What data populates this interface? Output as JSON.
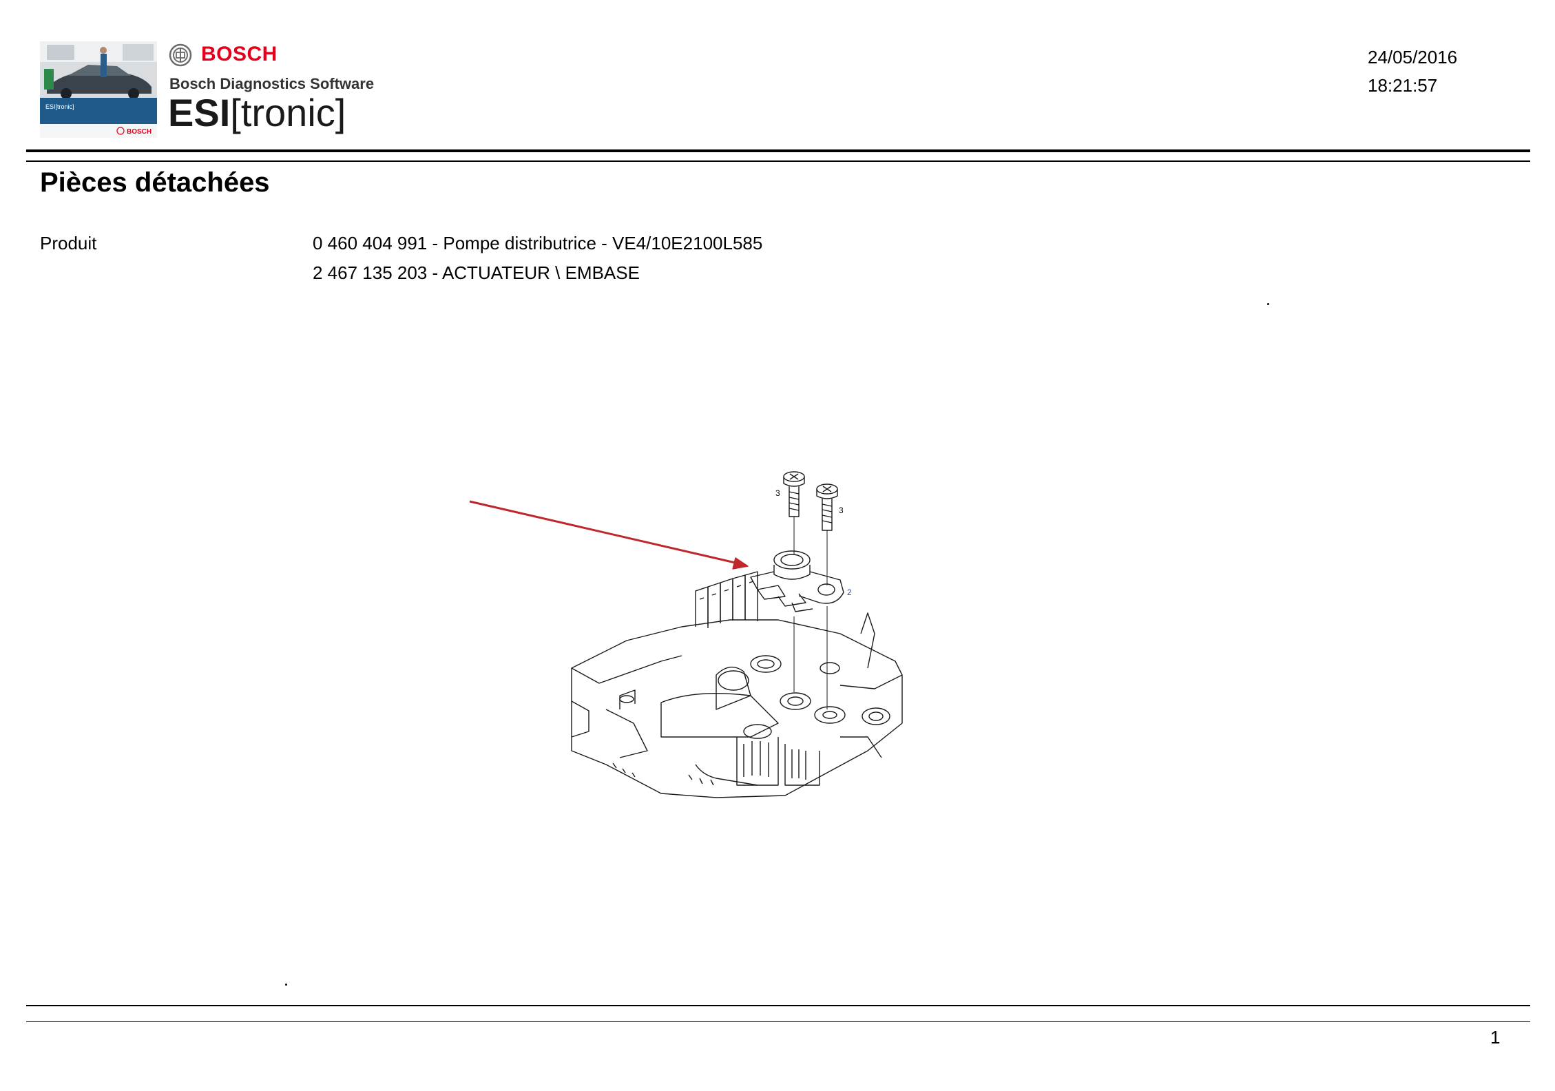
{
  "header": {
    "brand": "BOSCH",
    "software_name": "Bosch Diagnostics Software",
    "product_logo_bold": "ESI",
    "product_logo_light": "[tronic]",
    "date": "24/05/2016",
    "time": "18:21:57"
  },
  "thumbnail": {
    "label": "ESI[tronic]",
    "brand": "BOSCH"
  },
  "page": {
    "title": "Pièces détachées",
    "product_label": "Produit",
    "product_lines": [
      "0 460 404 991 - Pompe distributrice - VE4/10E2100L585",
      "2 467 135 203 - ACTUATEUR \\ EMBASE"
    ]
  },
  "figure": {
    "callouts": [
      "3",
      "3",
      "2"
    ],
    "arrow_color": "#c0272d"
  },
  "footer": {
    "page_number": "1"
  },
  "colors": {
    "brand_red": "#e2001a",
    "thumb_blue": "#1f5a8a"
  }
}
